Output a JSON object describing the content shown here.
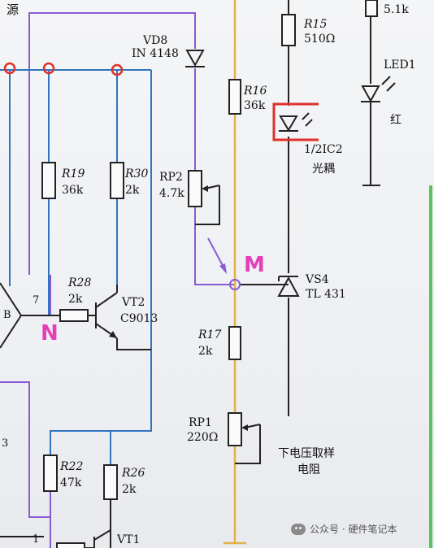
{
  "header": {
    "top_left": "源"
  },
  "components": {
    "vd8": {
      "ref": "VD8",
      "part": "IN 4148"
    },
    "r15": {
      "ref": "R15",
      "value": "510Ω"
    },
    "r16": {
      "ref": "R16",
      "value": "36k"
    },
    "led1": {
      "ref": "LED1",
      "color": "红"
    },
    "top_resistor": {
      "value": "5.1k"
    },
    "optocoupler": {
      "ref": "1/2IC2",
      "name": "光耦"
    },
    "r19": {
      "ref": "R19",
      "value": "36k"
    },
    "r30": {
      "ref": "R30",
      "value": "2k"
    },
    "rp2": {
      "ref": "RP2",
      "value": "4.7k"
    },
    "r28": {
      "ref": "R28",
      "value": "2k"
    },
    "vt2": {
      "ref": "VT2",
      "part": "C9013"
    },
    "vs4": {
      "ref": "VS4",
      "part": "TL 431"
    },
    "r17": {
      "ref": "R17",
      "value": "2k"
    },
    "rp1": {
      "ref": "RP1",
      "value": "220Ω"
    },
    "r22": {
      "ref": "R22",
      "value": "47k"
    },
    "r26": {
      "ref": "R26",
      "value": "2k"
    },
    "vt1": {
      "ref": "VT1"
    }
  },
  "annotations": {
    "node_m": "M",
    "node_n": "N",
    "sampling_line1": "下电压取样",
    "sampling_line2": "电阻",
    "pin_7": "7",
    "pin_1": "1",
    "ic_b": "B",
    "left_edge": "3"
  },
  "watermark": {
    "text": "公众号 · 硬件笔记本"
  },
  "colors": {
    "wire": "#222222",
    "blue_trace": "#2f74c0",
    "purple_trace": "#8a5ad6",
    "yellow_trace": "#e1b24a",
    "red_marks": "#e0302a",
    "label_magenta": "#e43fb8",
    "green_edge": "#58c45a"
  }
}
